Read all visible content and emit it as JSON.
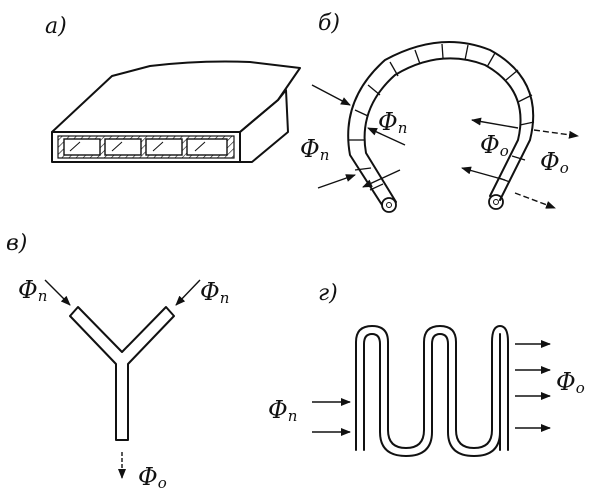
{
  "panels": {
    "a": {
      "label": "а)"
    },
    "b": {
      "label": "б)",
      "flux_left": "Φ",
      "flux_left_sub": "п",
      "flux_right": "Φ",
      "flux_right_sub": "о"
    },
    "v": {
      "label": "в)",
      "flux_in": "Φ",
      "flux_in_sub": "п",
      "flux_out": "Φ",
      "flux_out_sub": "о"
    },
    "g": {
      "label": "г)",
      "flux_in": "Φ",
      "flux_in_sub": "п",
      "flux_out": "Φ",
      "flux_out_sub": "о"
    }
  },
  "colors": {
    "ink": "#111111",
    "background": "#ffffff"
  }
}
